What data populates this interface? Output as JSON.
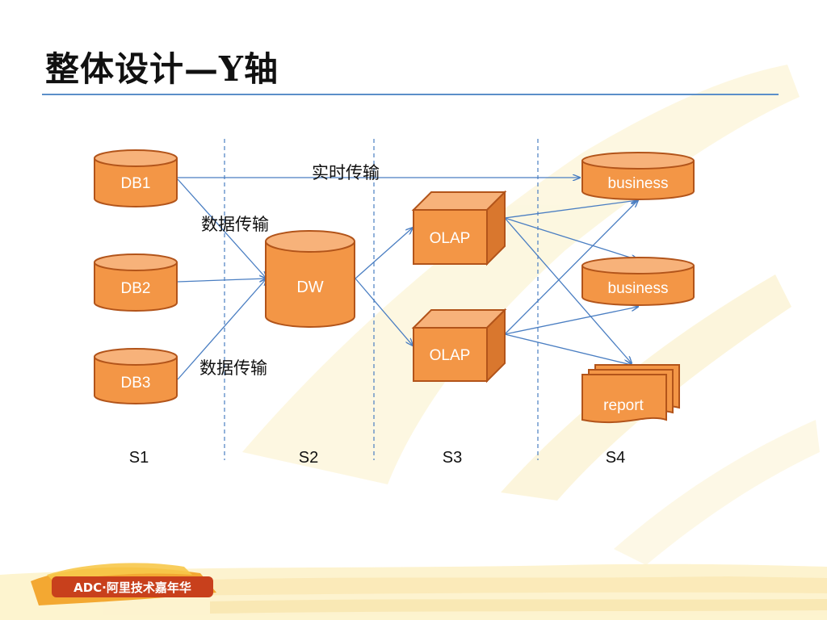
{
  "title": "整体设计—Y轴",
  "stages": [
    "S1",
    "S2",
    "S3",
    "S4"
  ],
  "sources": [
    "DB1",
    "DB2",
    "DB3"
  ],
  "warehouse": "DW",
  "olap": [
    "OLAP",
    "OLAP"
  ],
  "targets": {
    "business": [
      "business",
      "business"
    ],
    "report": "report"
  },
  "edge_labels": {
    "realtime": "实时传输",
    "transfer_top": "数据传输",
    "transfer_bottom": "数据传输"
  },
  "logo_text": "ADC·阿里技术嘉年华",
  "colors": {
    "node_fill": "#f39646",
    "node_top": "#f7b27a",
    "node_stroke": "#b2541a",
    "edge": "#4a7ec2",
    "rule": "#5b8fc9"
  }
}
